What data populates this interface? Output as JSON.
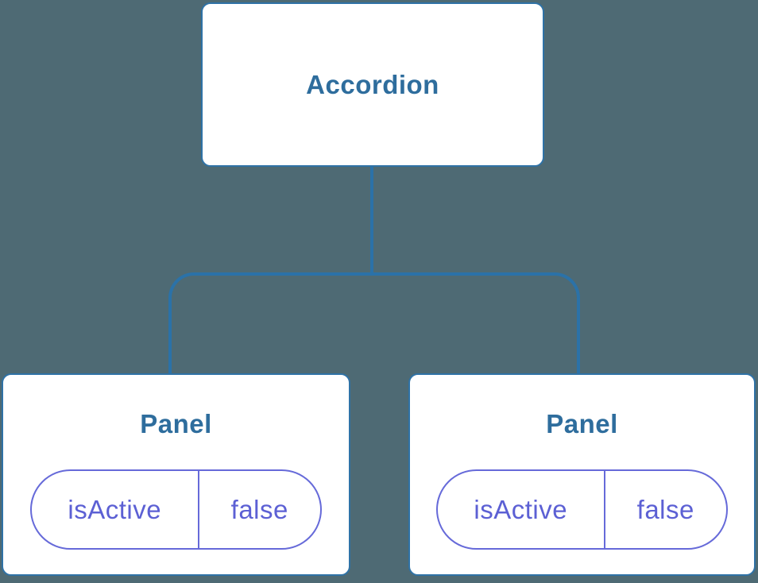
{
  "diagram": {
    "type": "component-tree",
    "root": {
      "label": "Accordion"
    },
    "panels": [
      {
        "label": "Panel",
        "state": {
          "name": "isActive",
          "value": "false"
        }
      },
      {
        "label": "Panel",
        "state": {
          "name": "isActive",
          "value": "false"
        }
      }
    ]
  },
  "colors": {
    "background": "#4e6a74",
    "node_bg": "#ffffff",
    "node_border": "#2f72a6",
    "node_text": "#2e6d9d",
    "connector": "#2b72a8",
    "state_border": "#666ad9",
    "state_text": "#5c60d4"
  }
}
